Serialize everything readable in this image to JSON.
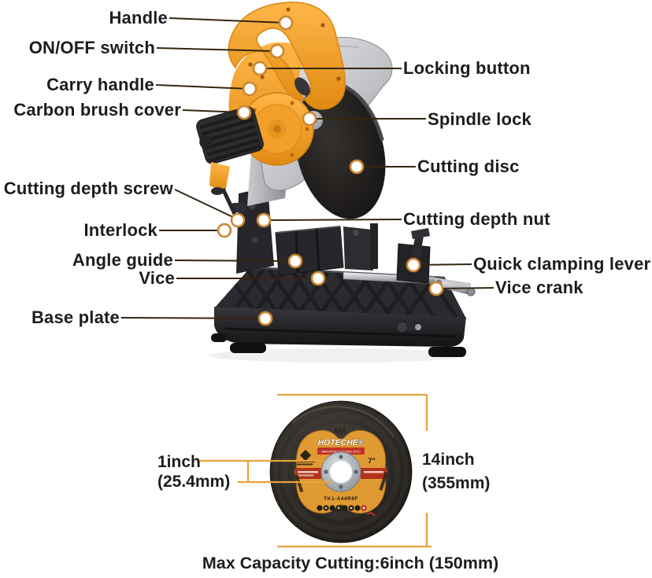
{
  "figure": {
    "callouts": {
      "left": [
        {
          "id": "handle",
          "label": "Handle"
        },
        {
          "id": "on-off-switch",
          "label": "ON/OFF switch"
        },
        {
          "id": "carry-handle",
          "label": "Carry handle"
        },
        {
          "id": "carbon-brush-cover",
          "label": "Carbon brush cover"
        },
        {
          "id": "cutting-depth-screw",
          "label": "Cutting depth screw"
        },
        {
          "id": "interlock",
          "label": "Interlock"
        },
        {
          "id": "angle-guide",
          "label": "Angle guide"
        },
        {
          "id": "vice",
          "label": "Vice"
        },
        {
          "id": "base-plate",
          "label": "Base plate"
        }
      ],
      "right": [
        {
          "id": "locking-button",
          "label": "Locking button"
        },
        {
          "id": "spindle-lock",
          "label": "Spindle lock"
        },
        {
          "id": "cutting-disc",
          "label": "Cutting disc"
        },
        {
          "id": "cutting-depth-nut",
          "label": "Cutting depth nut"
        },
        {
          "id": "quick-clamping-lever",
          "label": "Quick clamping lever"
        },
        {
          "id": "vice-crank",
          "label": "Vice crank"
        }
      ]
    },
    "disc": {
      "brand": "HOTECHE®",
      "banner": "ABRASIVE CUTTING DISC",
      "size_mark": "7\"",
      "code": "TK1-A44R8F",
      "bore": {
        "line1": "1inch",
        "line2": "(25.4mm)"
      },
      "diameter": {
        "line1": "14inch",
        "line2": "(355mm)"
      },
      "caption": "Max Capacity Cutting:6inch (150mm)"
    },
    "colors": {
      "machine_orange": "#F59E2B",
      "label_orange": "#E09A33",
      "dimension_line": "#E6A23C",
      "callout_ring": "#CA8733",
      "leader_line": "#33270F",
      "text": "#1D1D1F",
      "disc_red": "#B5311F"
    }
  }
}
